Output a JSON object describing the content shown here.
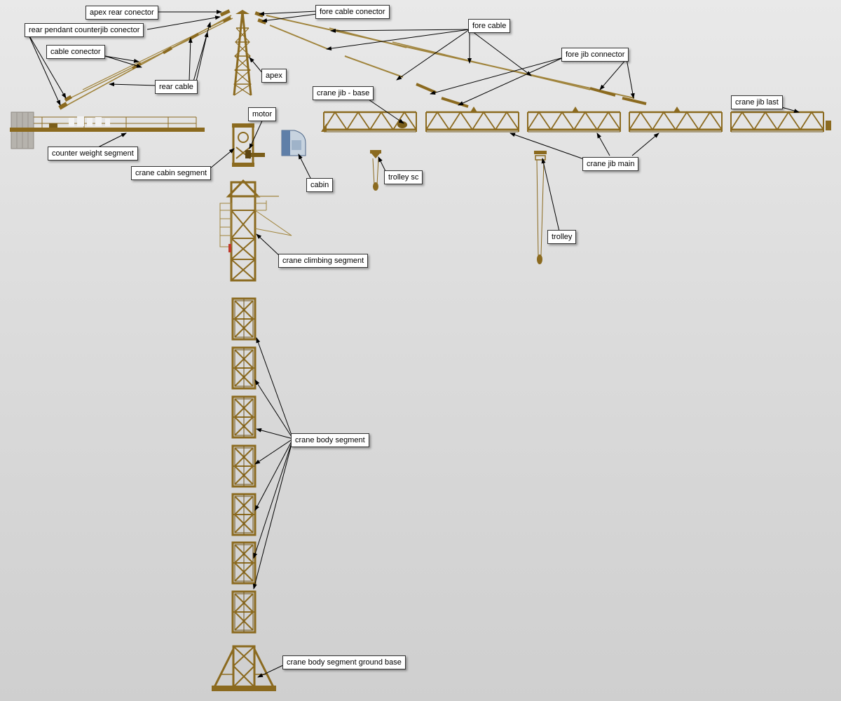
{
  "colors": {
    "steel": "#8b6a1f",
    "steel_dark": "#5e4612",
    "cable": "#a0843c",
    "leader": "#000000",
    "cabin_blue": "#5f7fa8",
    "cabin_body": "#c7d3df",
    "counterweight_block": "#b6b3ad"
  },
  "labels": {
    "apex_rear_connector": "apex rear conector",
    "rear_pendant_counterjib_connector": "rear pendant counterjib conector",
    "cable_connector": "cable conector",
    "rear_cable": "rear cable",
    "apex": "apex",
    "fore_cable_connector": "fore cable conector",
    "fore_cable": "fore cable",
    "fore_jib_connector": "fore jib connector",
    "crane_jib_base": "crane jib - base",
    "crane_jib_last": "crane jib last",
    "counter_weight_segment": "counter weight segment",
    "motor": "motor",
    "crane_cabin_segment": "crane cabin segment",
    "cabin": "cabin",
    "trolley_sc": "trolley sc",
    "crane_jib_main": "crane jib main",
    "trolley": "trolley",
    "crane_climbing_segment": "crane climbing segment",
    "crane_body_segment": "crane body segment",
    "crane_body_segment_ground_base": "crane body segment ground base"
  }
}
